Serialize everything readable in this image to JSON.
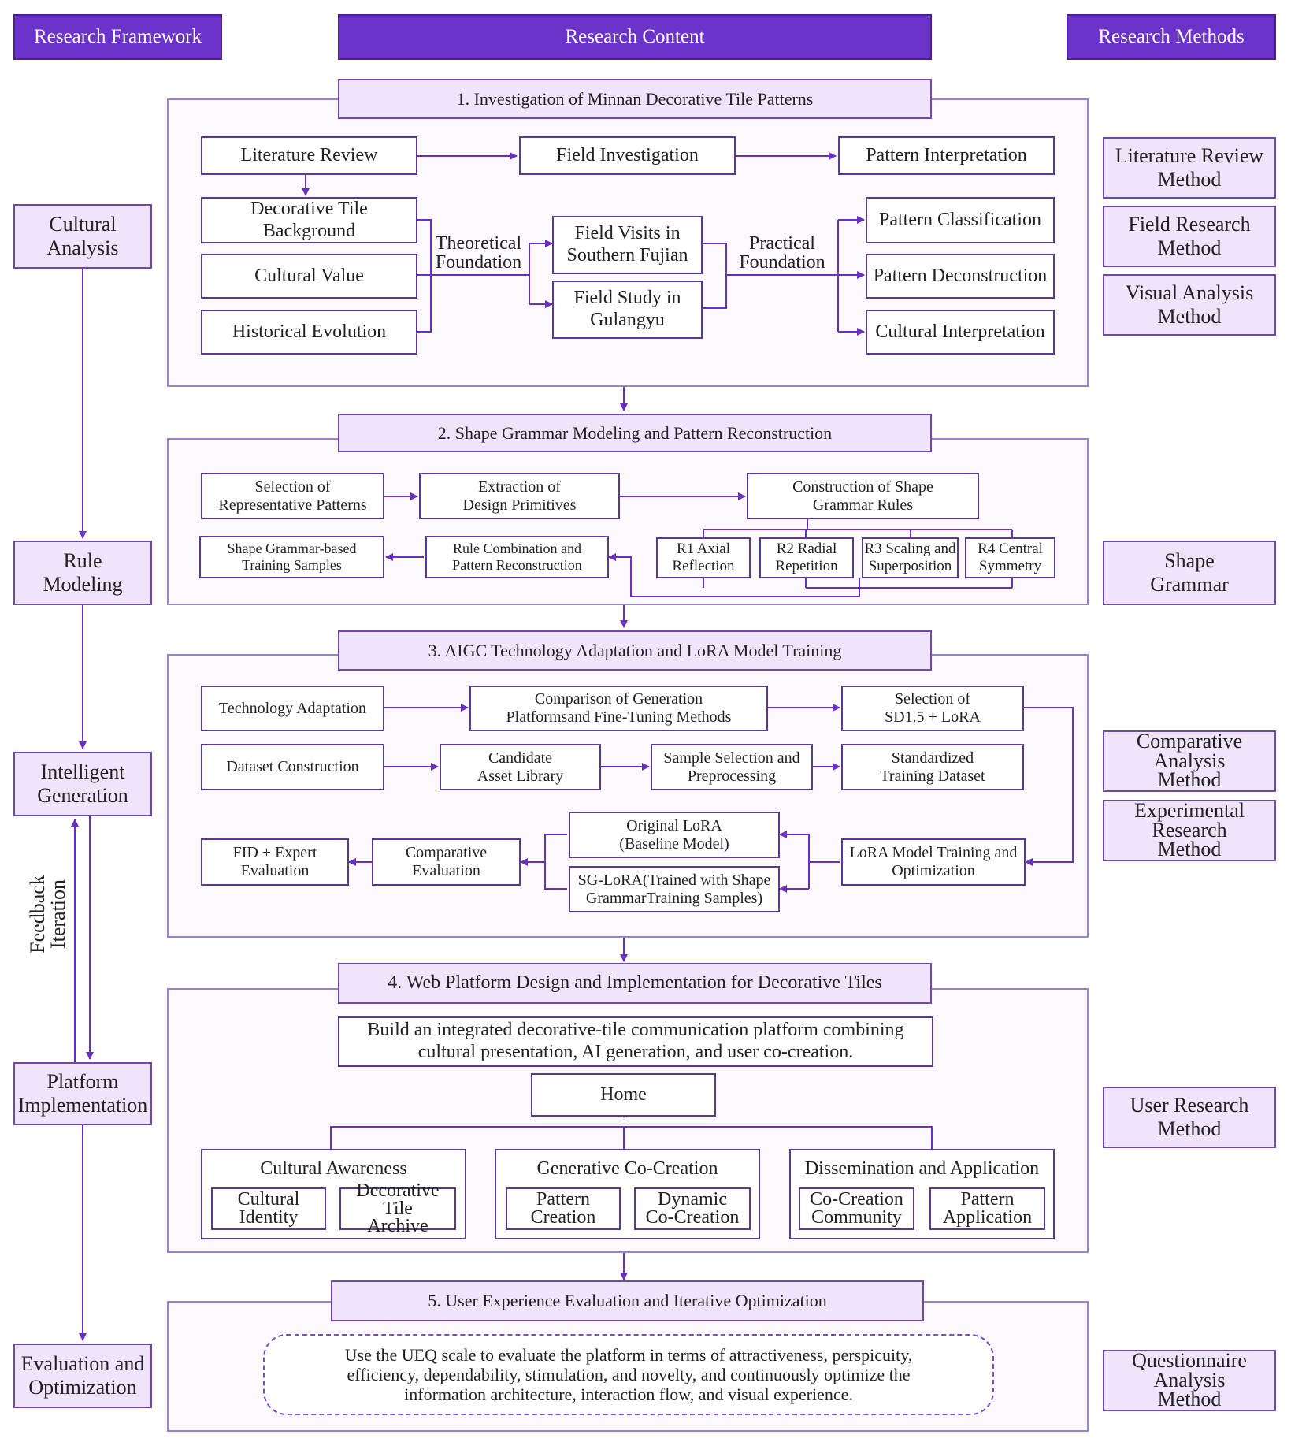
{
  "headers": {
    "framework": "Research Framework",
    "content": "Research Content",
    "methods": "Research Methods"
  },
  "framework": [
    "Cultural\nAnalysis",
    "Rule\nModeling",
    "Intelligent\nGeneration",
    "Platform\nImplementation",
    "Evaluation and\nOptimization"
  ],
  "feedback_label": "Feedback\nIteration",
  "methods": {
    "literature": "Literature Review\nMethod",
    "field": "Field Research\nMethod",
    "visual": "Visual Analysis\nMethod",
    "shape": "Shape\nGrammar",
    "comparative": "Comparative\nAnalysis\nMethod",
    "experimental": "Experimental\nResearch\nMethod",
    "user": "User Research\nMethod",
    "questionnaire": "Questionnaire\nAnalysis\nMethod"
  },
  "section1": {
    "title": "1. Investigation of Minnan Decorative Tile Patterns",
    "literature_review": "Literature Review",
    "field_investigation": "Field Investigation",
    "pattern_interpretation": "Pattern Interpretation",
    "tile_background": "Decorative Tile\nBackground",
    "cultural_value": "Cultural Value",
    "historical_evolution": "Historical Evolution",
    "theoretical": "Theoretical\nFoundation",
    "field_visits": "Field Visits in\nSouthern Fujian",
    "field_study": "Field Study in\nGulangyu",
    "practical": "Practical\nFoundation",
    "classification": "Pattern Classification",
    "deconstruction": "Pattern Deconstruction",
    "cultural_interp": "Cultural Interpretation"
  },
  "section2": {
    "title": "2. Shape Grammar Modeling and Pattern Reconstruction",
    "selection": "Selection of\nRepresentative Patterns",
    "extraction": "Extraction of\nDesign Primitives",
    "construction": "Construction of Shape\nGrammar Rules",
    "samples": "Shape Grammar-based\nTraining Samples",
    "rule_combination": "Rule Combination and\nPattern Reconstruction",
    "r1": "R1 Axial\nReflection",
    "r2": "R2 Radial\nRepetition",
    "r3": "R3 Scaling and\nSuperposition",
    "r4": "R4 Central\nSymmetry"
  },
  "section3": {
    "title": "3. AIGC Technology Adaptation and LoRA Model Training",
    "tech_adapt": "Technology Adaptation",
    "comparison": "Comparison of Generation\nPlatformsand Fine-Tuning Methods",
    "sd15": "Selection of\nSD1.5 + LoRA",
    "dataset": "Dataset Construction",
    "candidate": "Candidate\nAsset Library",
    "sample_sel": "Sample Selection and\nPreprocessing",
    "standardized": "Standardized\nTraining Dataset",
    "original_lora": "Original LoRA\n(Baseline Model)",
    "sg_lora": "SG-LoRA(Trained with Shape\nGrammarTraining Samples)",
    "lora_training": "LoRA Model Training and\nOptimization",
    "comparative_eval": "Comparative\nEvaluation",
    "fid": "FID + Expert\nEvaluation"
  },
  "section4": {
    "title": "4. Web Platform Design and Implementation for Decorative Tiles",
    "build": "Build an integrated decorative-tile communication platform combining\ncultural presentation, AI generation, and user co-creation.",
    "home": "Home",
    "awareness": "Cultural Awareness",
    "identity": "Cultural\nIdentity",
    "archive": "Decorative Tile\nArchive",
    "cocreation": "Generative Co-Creation",
    "pattern_creation": "Pattern\nCreation",
    "dynamic": "Dynamic\nCo-Creation",
    "dissemination": "Dissemination and Application",
    "community": "Co-Creation\nCommunity",
    "application": "Pattern\nApplication"
  },
  "section5": {
    "title": "5. User Experience Evaluation and Iterative Optimization",
    "ueq": "Use the UEQ scale to evaluate the platform in terms of attractiveness, perspicuity,\nefficiency, dependability, stimulation, and novelty, and continuously optimize the\ninformation architecture, interaction flow, and visual experience."
  },
  "colors": {
    "header_purple": "#6b33c9",
    "lavender": "#efe4fb",
    "arrow": "#6a2fc0"
  }
}
